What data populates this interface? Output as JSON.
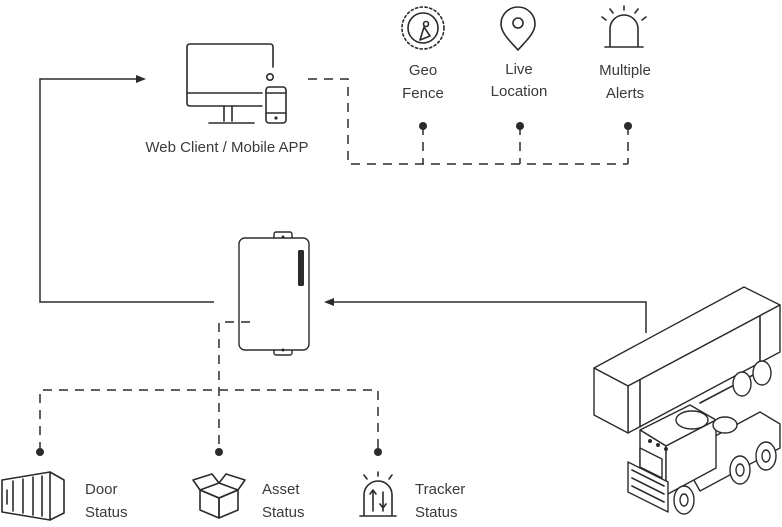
{
  "web_client": {
    "label": "Web Client / Mobile APP"
  },
  "features": [
    {
      "icon": "geo-fence-icon",
      "line1": "Geo",
      "line2": "Fence"
    },
    {
      "icon": "live-location-icon",
      "line1": "Live",
      "line2": "Location"
    },
    {
      "icon": "alert-siren-icon",
      "line1": "Multiple",
      "line2": "Alerts"
    }
  ],
  "statuses": [
    {
      "icon": "container-icon",
      "line1": "Door",
      "line2": "Status"
    },
    {
      "icon": "box-icon",
      "line1": "Asset",
      "line2": "Status"
    },
    {
      "icon": "tracker-siren-icon",
      "line1": "Tracker",
      "line2": "Status"
    }
  ],
  "colors": {
    "line": "#2b2b2b",
    "text": "#3a3a3a",
    "background": "#ffffff"
  }
}
